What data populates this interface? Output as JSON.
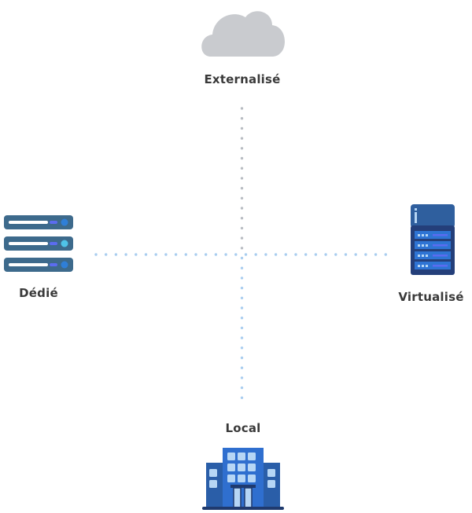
{
  "diagram": {
    "type": "quadrant-axes",
    "axes": {
      "vertical": {
        "top_label": "Externalisé",
        "bottom_label": "Local",
        "top_color": "#b8bcc2",
        "bottom_color": "#a9cdef"
      },
      "horizontal": {
        "left_label": "Dédié",
        "right_label": "Virtualisé",
        "color": "#a9cdef"
      }
    },
    "nodes": [
      {
        "id": "top",
        "label": "Externalisé",
        "icon": "cloud-icon"
      },
      {
        "id": "left",
        "label": "Dédié",
        "icon": "dedicated-server-icon"
      },
      {
        "id": "right",
        "label": "Virtualisé",
        "icon": "virtual-server-icon"
      },
      {
        "id": "bottom",
        "label": "Local",
        "icon": "office-building-icon"
      }
    ],
    "colors": {
      "cloud": "#c9cbcf",
      "server_bar": "#3d6a8c",
      "server_pill": "#ffffff",
      "server_indicator": "#5b6cf0",
      "server_led": "#2f7fd8",
      "server_led_active": "#4fc3e8",
      "rack_top": "#2f5f9e",
      "rack_body": "#243f7a",
      "rack_slot": "#2e74d4",
      "building_main": "#2f6fcf",
      "building_side": "#2a5ea8",
      "building_window": "#b6d6f5",
      "building_ground": "#1f3a6e",
      "label_text": "#3a3a3a"
    }
  }
}
